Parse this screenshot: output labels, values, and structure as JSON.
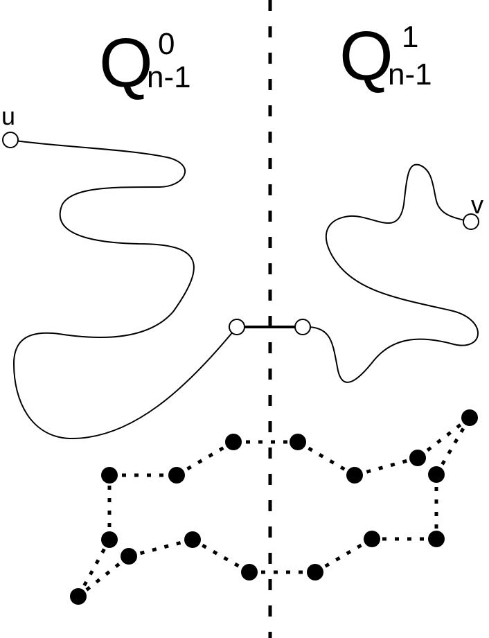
{
  "left_subcube": {
    "base": "Q",
    "superscript": "0",
    "subscript": "n-1"
  },
  "right_subcube": {
    "base": "Q",
    "superscript": "1",
    "subscript": "n-1"
  },
  "vertex_labels": {
    "u": "u",
    "v": "v"
  },
  "colors": {
    "stroke": "#000000",
    "background": "#ffffff",
    "vertex_fill": "#ffffff",
    "dot_fill": "#000000"
  }
}
